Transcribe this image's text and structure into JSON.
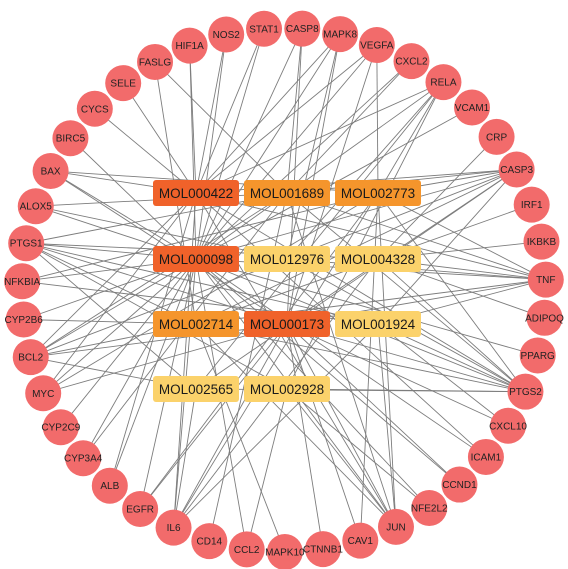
{
  "colors": {
    "background": "#ffffff",
    "target_node": "#f26b6b",
    "edge": "#7d7d7d",
    "degree_high": "#f0622a",
    "degree_mid": "#f5952c",
    "degree_low": "#fbd26b"
  },
  "targets": [
    "CASP8",
    "MAPK8",
    "VEGFA",
    "CXCL2",
    "RELA",
    "VCAM1",
    "CRP",
    "CASP3",
    "IRF1",
    "IKBKB",
    "TNF",
    "ADIPOQ",
    "PPARG",
    "PTGS2",
    "CXCL10",
    "ICAM1",
    "CCND1",
    "NFE2L2",
    "JUN",
    "CAV1",
    "CTNNB1",
    "MAPK10",
    "CCL2",
    "CD14",
    "IL6",
    "EGFR",
    "ALB",
    "CYP3A4",
    "CYP2C9",
    "MYC",
    "BCL2",
    "CYP2B6",
    "NFKBIA",
    "PTGS1",
    "ALOX5",
    "BAX",
    "BIRC5",
    "CYCS",
    "SELE",
    "FASLG",
    "HIF1A",
    "NOS2",
    "STAT1"
  ],
  "molecules": [
    {
      "id": "MOL000422",
      "level": "high"
    },
    {
      "id": "MOL001689",
      "level": "mid"
    },
    {
      "id": "MOL002773",
      "level": "mid"
    },
    {
      "id": "MOL000098",
      "level": "high"
    },
    {
      "id": "MOL012976",
      "level": "low"
    },
    {
      "id": "MOL004328",
      "level": "low"
    },
    {
      "id": "MOL002714",
      "level": "mid"
    },
    {
      "id": "MOL000173",
      "level": "high"
    },
    {
      "id": "MOL001924",
      "level": "low"
    },
    {
      "id": "MOL002565",
      "level": "low"
    },
    {
      "id": "MOL002928",
      "level": "low"
    }
  ],
  "edges": [
    [
      "MOL000422",
      "STAT1"
    ],
    [
      "MOL000422",
      "NOS2"
    ],
    [
      "MOL000422",
      "HIF1A"
    ],
    [
      "MOL000422",
      "SELE"
    ],
    [
      "MOL000422",
      "CYCS"
    ],
    [
      "MOL000422",
      "BAX"
    ],
    [
      "MOL000422",
      "BCL2"
    ],
    [
      "MOL000422",
      "PTGS2"
    ],
    [
      "MOL000422",
      "TNF"
    ],
    [
      "MOL000422",
      "JUN"
    ],
    [
      "MOL000422",
      "IL6"
    ],
    [
      "MOL000422",
      "ALB"
    ],
    [
      "MOL000422",
      "CASP3"
    ],
    [
      "MOL000422",
      "RELA"
    ],
    [
      "MOL000422",
      "MAPK8"
    ],
    [
      "MOL000422",
      "MYC"
    ],
    [
      "MOL000422",
      "ICAM1"
    ],
    [
      "MOL000422",
      "VEGFA"
    ],
    [
      "MOL001689",
      "CASP8"
    ],
    [
      "MOL001689",
      "FASLG"
    ],
    [
      "MOL001689",
      "PTGS1"
    ],
    [
      "MOL001689",
      "PTGS2"
    ],
    [
      "MOL001689",
      "BCL2"
    ],
    [
      "MOL001689",
      "JUN"
    ],
    [
      "MOL001689",
      "TNF"
    ],
    [
      "MOL001689",
      "CYP3A4"
    ],
    [
      "MOL001689",
      "ALOX5"
    ],
    [
      "MOL001689",
      "CXCL2"
    ],
    [
      "MOL001689",
      "CD14"
    ],
    [
      "MOL001689",
      "CASP3"
    ],
    [
      "MOL002773",
      "VEGFA"
    ],
    [
      "MOL002773",
      "RELA"
    ],
    [
      "MOL002773",
      "TNF"
    ],
    [
      "MOL002773",
      "PTGS2"
    ],
    [
      "MOL002773",
      "IL6"
    ],
    [
      "MOL002773",
      "EGFR"
    ],
    [
      "MOL002773",
      "BAX"
    ],
    [
      "MOL002773",
      "MYC"
    ],
    [
      "MOL002773",
      "CASP3"
    ],
    [
      "MOL002773",
      "NFKBIA"
    ],
    [
      "MOL002773",
      "JUN"
    ],
    [
      "MOL002773",
      "CAV1"
    ],
    [
      "MOL000098",
      "BIRC5"
    ],
    [
      "MOL000098",
      "BAX"
    ],
    [
      "MOL000098",
      "ALOX5"
    ],
    [
      "MOL000098",
      "PTGS1"
    ],
    [
      "MOL000098",
      "NFKBIA"
    ],
    [
      "MOL000098",
      "CYP2B6"
    ],
    [
      "MOL000098",
      "BCL2"
    ],
    [
      "MOL000098",
      "MYC"
    ],
    [
      "MOL000098",
      "CYP2C9"
    ],
    [
      "MOL000098",
      "CYP3A4"
    ],
    [
      "MOL000098",
      "ALB"
    ],
    [
      "MOL000098",
      "EGFR"
    ],
    [
      "MOL000098",
      "IL6"
    ],
    [
      "MOL000098",
      "CCL2"
    ],
    [
      "MOL000098",
      "JUN"
    ],
    [
      "MOL000098",
      "NFE2L2"
    ],
    [
      "MOL000098",
      "CCND1"
    ],
    [
      "MOL000098",
      "ICAM1"
    ],
    [
      "MOL000098",
      "PTGS2"
    ],
    [
      "MOL000098",
      "PPARG"
    ],
    [
      "MOL000098",
      "TNF"
    ],
    [
      "MOL000098",
      "CASP3"
    ],
    [
      "MOL000098",
      "VCAM1"
    ],
    [
      "MOL000098",
      "RELA"
    ],
    [
      "MOL000098",
      "CXCL2"
    ],
    [
      "MOL000098",
      "VEGFA"
    ],
    [
      "MOL000098",
      "MAPK8"
    ],
    [
      "MOL000098",
      "CASP8"
    ],
    [
      "MOL000098",
      "STAT1"
    ],
    [
      "MOL000098",
      "NOS2"
    ],
    [
      "MOL000098",
      "HIF1A"
    ],
    [
      "MOL012976",
      "BCL2"
    ],
    [
      "MOL012976",
      "PTGS2"
    ],
    [
      "MOL012976",
      "MAPK8"
    ],
    [
      "MOL012976",
      "RELA"
    ],
    [
      "MOL012976",
      "TNF"
    ],
    [
      "MOL012976",
      "CASP3"
    ],
    [
      "MOL012976",
      "ALOX5"
    ],
    [
      "MOL004328",
      "PTGS1"
    ],
    [
      "MOL004328",
      "PTGS2"
    ],
    [
      "MOL004328",
      "CRP"
    ],
    [
      "MOL004328",
      "IKBKB"
    ],
    [
      "MOL004328",
      "ADIPOQ"
    ],
    [
      "MOL004328",
      "TNF"
    ],
    [
      "MOL004328",
      "IL6"
    ],
    [
      "MOL002714",
      "PTGS1"
    ],
    [
      "MOL002714",
      "PTGS2"
    ],
    [
      "MOL002714",
      "BCL2"
    ],
    [
      "MOL002714",
      "CASP3"
    ],
    [
      "MOL002714",
      "JUN"
    ],
    [
      "MOL002714",
      "MAPK10"
    ],
    [
      "MOL002714",
      "TNF"
    ],
    [
      "MOL002714",
      "IRF1"
    ],
    [
      "MOL002714",
      "CYP2B6"
    ],
    [
      "MOL002714",
      "FASLG"
    ],
    [
      "MOL000173",
      "PTGS1"
    ],
    [
      "MOL000173",
      "PTGS2"
    ],
    [
      "MOL000173",
      "BCL2"
    ],
    [
      "MOL000173",
      "BAX"
    ],
    [
      "MOL000173",
      "CASP3"
    ],
    [
      "MOL000173",
      "CASP8"
    ],
    [
      "MOL000173",
      "JUN"
    ],
    [
      "MOL000173",
      "TNF"
    ],
    [
      "MOL000173",
      "IL6"
    ],
    [
      "MOL000173",
      "CXCL10"
    ],
    [
      "MOL000173",
      "CCND1"
    ],
    [
      "MOL000173",
      "CTNNB1"
    ],
    [
      "MOL000173",
      "CAV1"
    ],
    [
      "MOL000173",
      "MYC"
    ],
    [
      "MOL000173",
      "MAPK8"
    ],
    [
      "MOL000173",
      "VEGFA"
    ],
    [
      "MOL000173",
      "EGFR"
    ],
    [
      "MOL001924",
      "PTGS2"
    ],
    [
      "MOL001924",
      "PTGS1"
    ],
    [
      "MOL001924",
      "TNF"
    ],
    [
      "MOL001924",
      "IL6"
    ],
    [
      "MOL001924",
      "CASP3"
    ],
    [
      "MOL001924",
      "JUN"
    ],
    [
      "MOL001924",
      "NFKBIA"
    ],
    [
      "MOL001924",
      "CXCL10"
    ],
    [
      "MOL002565",
      "PTGS1"
    ],
    [
      "MOL002565",
      "PTGS2"
    ],
    [
      "MOL002565",
      "BCL2"
    ],
    [
      "MOL002565",
      "IL6"
    ],
    [
      "MOL002565",
      "RELA"
    ],
    [
      "MOL002565",
      "CASP3"
    ],
    [
      "MOL002928",
      "PTGS1"
    ],
    [
      "MOL002928",
      "PTGS2"
    ],
    [
      "MOL002928",
      "JUN"
    ],
    [
      "MOL002928",
      "RELA"
    ],
    [
      "MOL002928",
      "NFE2L2"
    ],
    [
      "MOL002928",
      "CCL2"
    ]
  ]
}
